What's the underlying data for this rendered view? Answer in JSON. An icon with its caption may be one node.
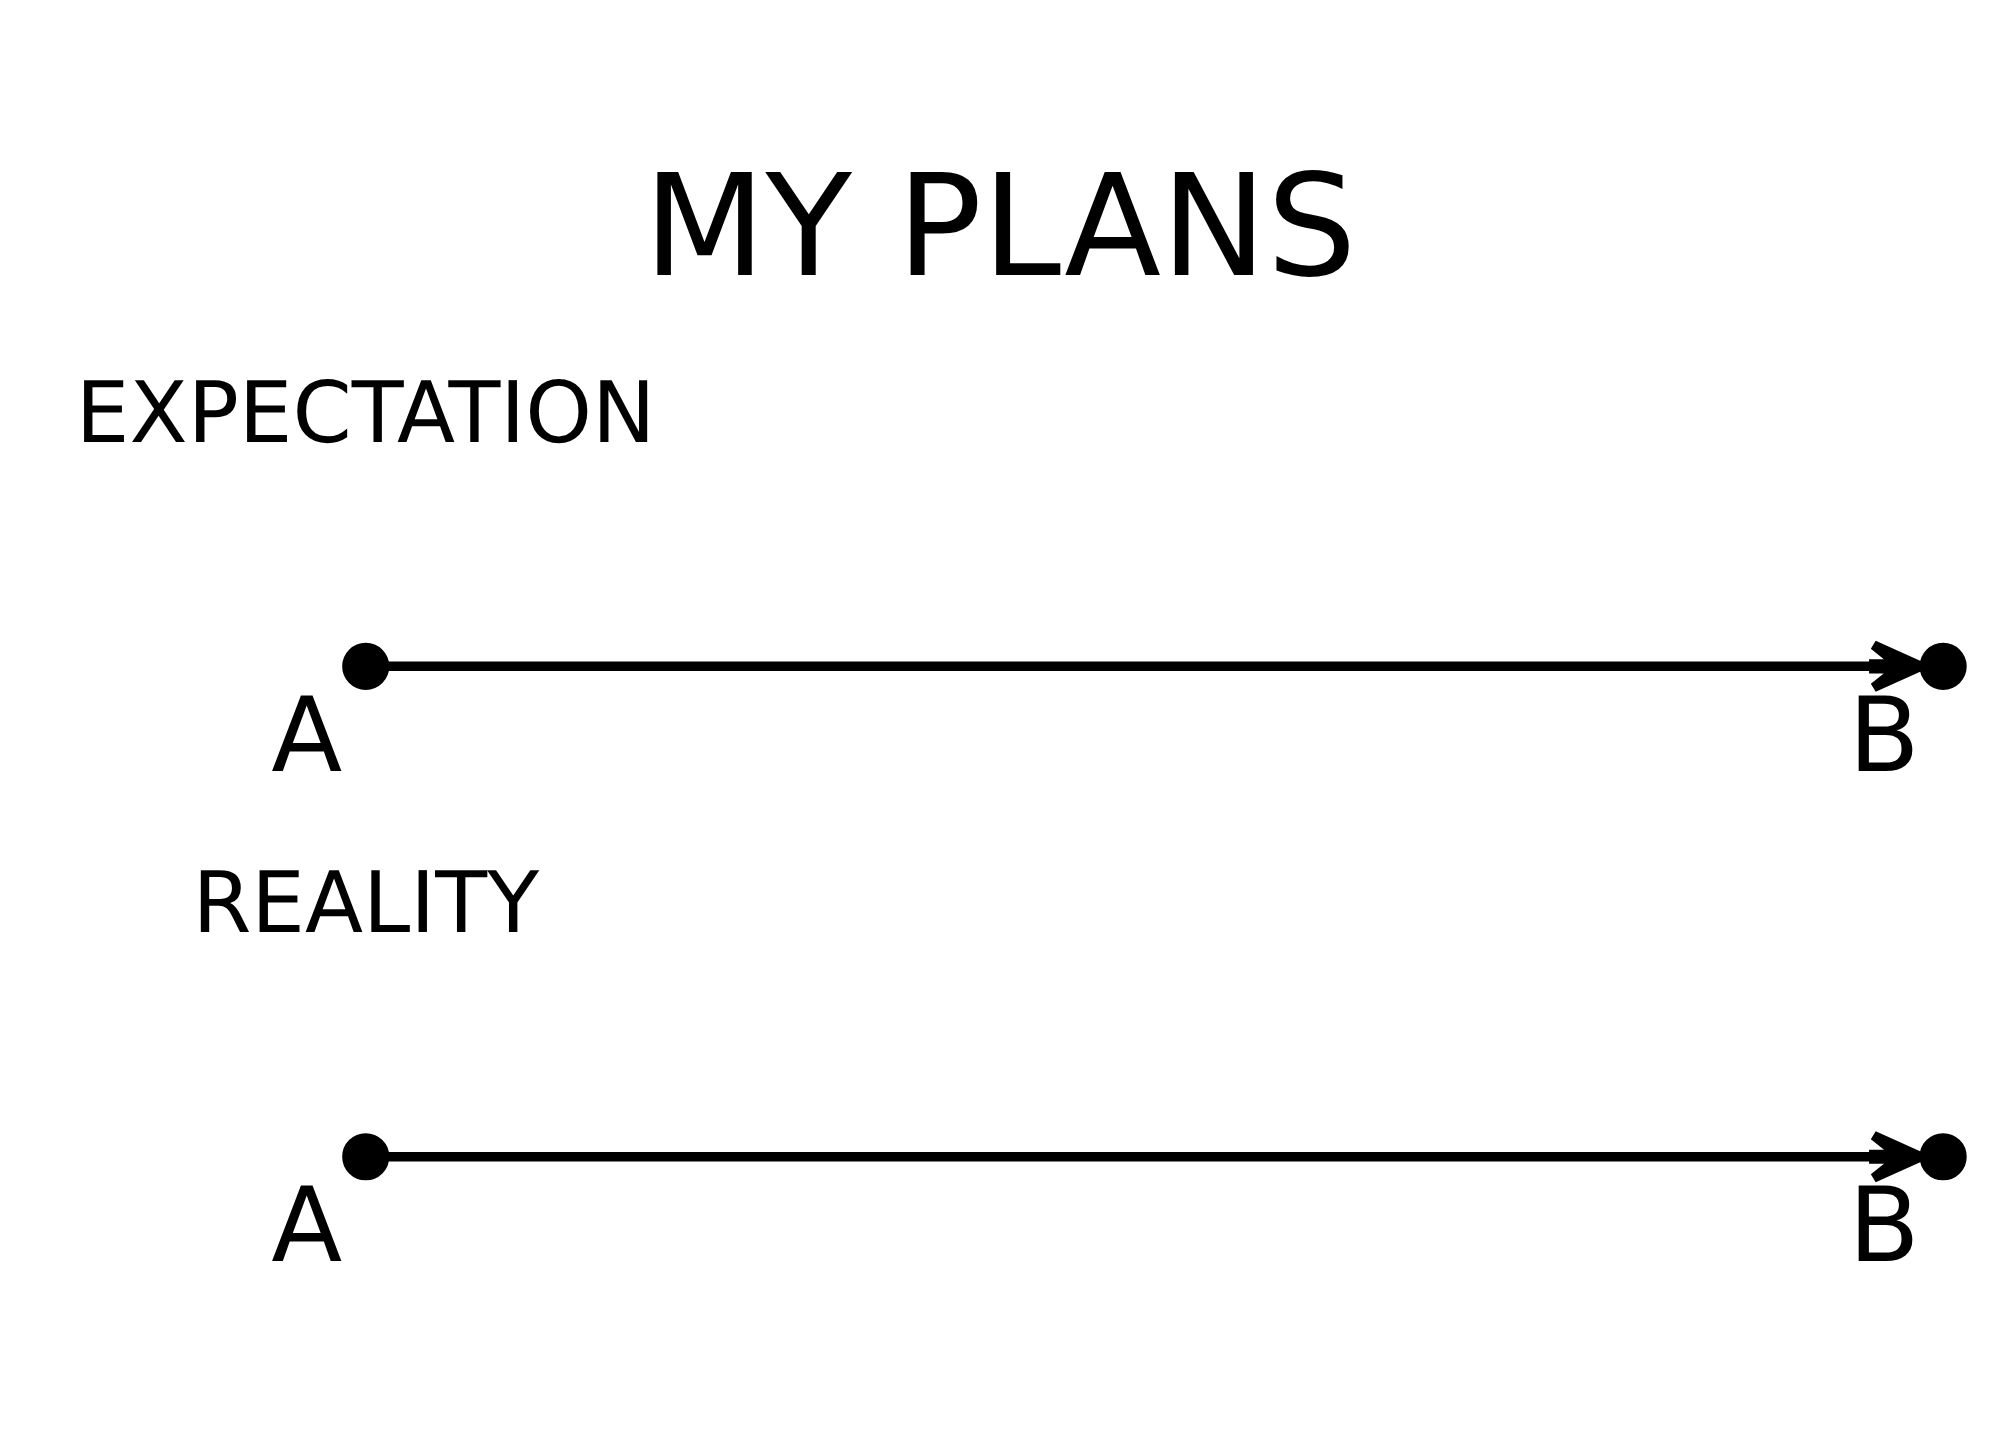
{
  "diagram": {
    "title": "MY PLANS",
    "nodes": [
      {
        "text": [],
        "shape": "circle",
        "beside": [
          "A"
        ]
      },
      {
        "text": [],
        "shape": "circle",
        "beside": [
          "B"
        ]
      },
      {
        "text": [],
        "shape": "circle",
        "beside": [
          "A"
        ]
      },
      {
        "text": [],
        "shape": "circle",
        "beside": [
          "B"
        ]
      }
    ],
    "edges": [
      {
        "from": 0,
        "to": 1,
        "arrow": "to"
      },
      {
        "from": 2,
        "to": 3,
        "arrow": "to"
      }
    ],
    "labels": [
      "EXPECTATION",
      "REALITY"
    ]
  }
}
